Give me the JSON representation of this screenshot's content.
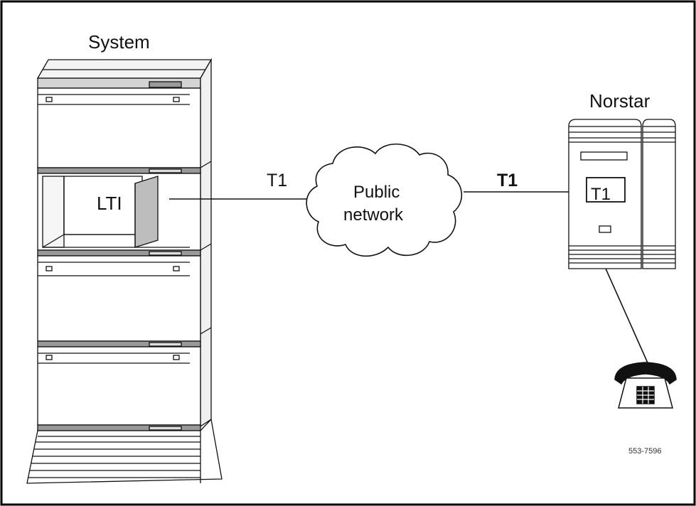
{
  "system": {
    "label": "System",
    "card_label": "LTI"
  },
  "norstar": {
    "label": "Norstar",
    "module_label": "T1"
  },
  "network": {
    "line1": "Public",
    "line2": "network"
  },
  "links": {
    "left_label": "T1",
    "right_label": "T1"
  },
  "figure_id": "553-7596",
  "colors": {
    "stroke": "#111111",
    "shelf": "#999999",
    "card": "#bbbbbb",
    "panel": "#f5f5f5"
  }
}
